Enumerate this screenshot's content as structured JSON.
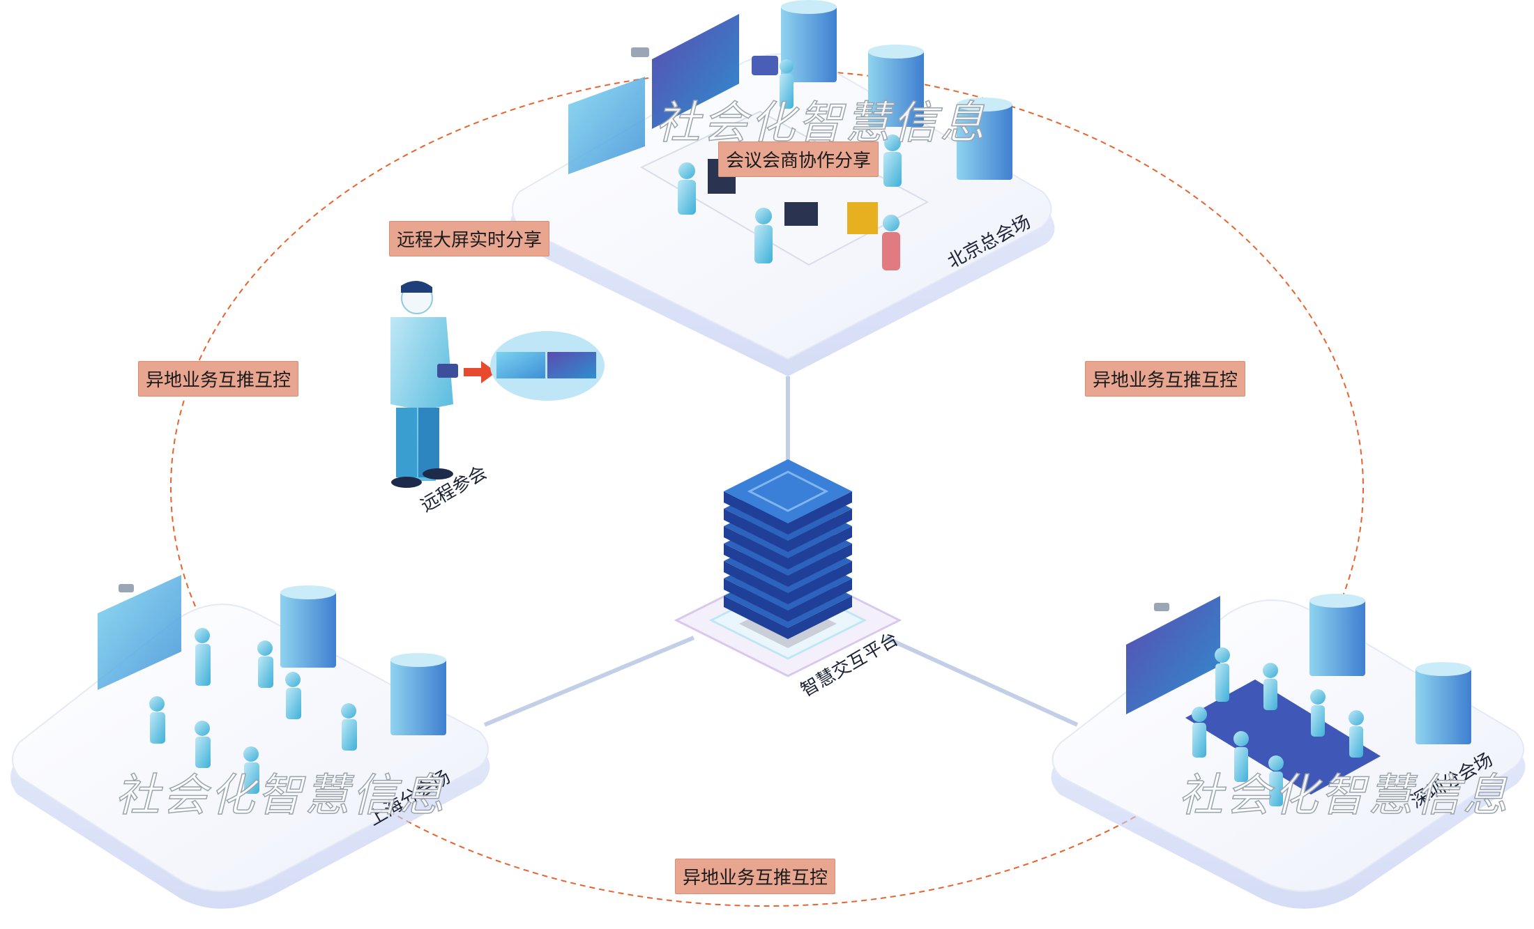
{
  "labels": {
    "beijing_hall": "北京总会场",
    "shanghai_hall": "上海分会场",
    "shenzhen_hall": "深圳分会场",
    "remote_attend": "远程参会",
    "platform": "智慧交互平台"
  },
  "tags": {
    "collab_share": "会议会商协作分享",
    "bigscreen_share": "远程大屏实时分享",
    "push_control_left": "异地业务互推互控",
    "push_control_right": "异地业务互推互控",
    "push_control_bottom": "异地业务互推互控"
  },
  "watermarks": [
    "社会化智慧信息",
    "社会化智慧信息",
    "社会化智慧信息"
  ],
  "colors": {
    "dashed_ring": "#e8622e",
    "tag_bg": "#e8a690",
    "server_blue": "#2f5fb4",
    "link": "#c3cfe6"
  }
}
